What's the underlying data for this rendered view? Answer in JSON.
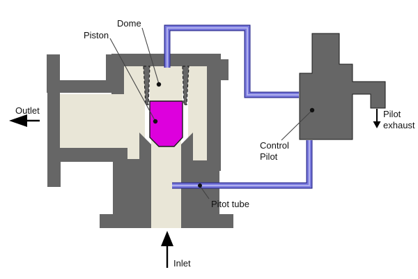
{
  "diagram": {
    "type": "pilot-operated pressure regulator cross-section",
    "labels": {
      "dome": "Dome",
      "piston": "Piston",
      "outlet": "Outlet",
      "control_line1": "Control",
      "control_line2": "Pilot",
      "exhaust_line1": "Pilot",
      "exhaust_line2": "exhaust",
      "pitot_tube": "Pitot tube",
      "inlet": "Inlet"
    }
  },
  "colors": {
    "body_gray": "#666666",
    "cavity_cream": "#e9e6d7",
    "piston_magenta": "#dd00dd",
    "pipe_border": "#2e2e8f",
    "pipe_fill": "#7878dd",
    "pipe_highlight": "#b0b0ee",
    "background": "#ffffff",
    "text": "#111111"
  }
}
